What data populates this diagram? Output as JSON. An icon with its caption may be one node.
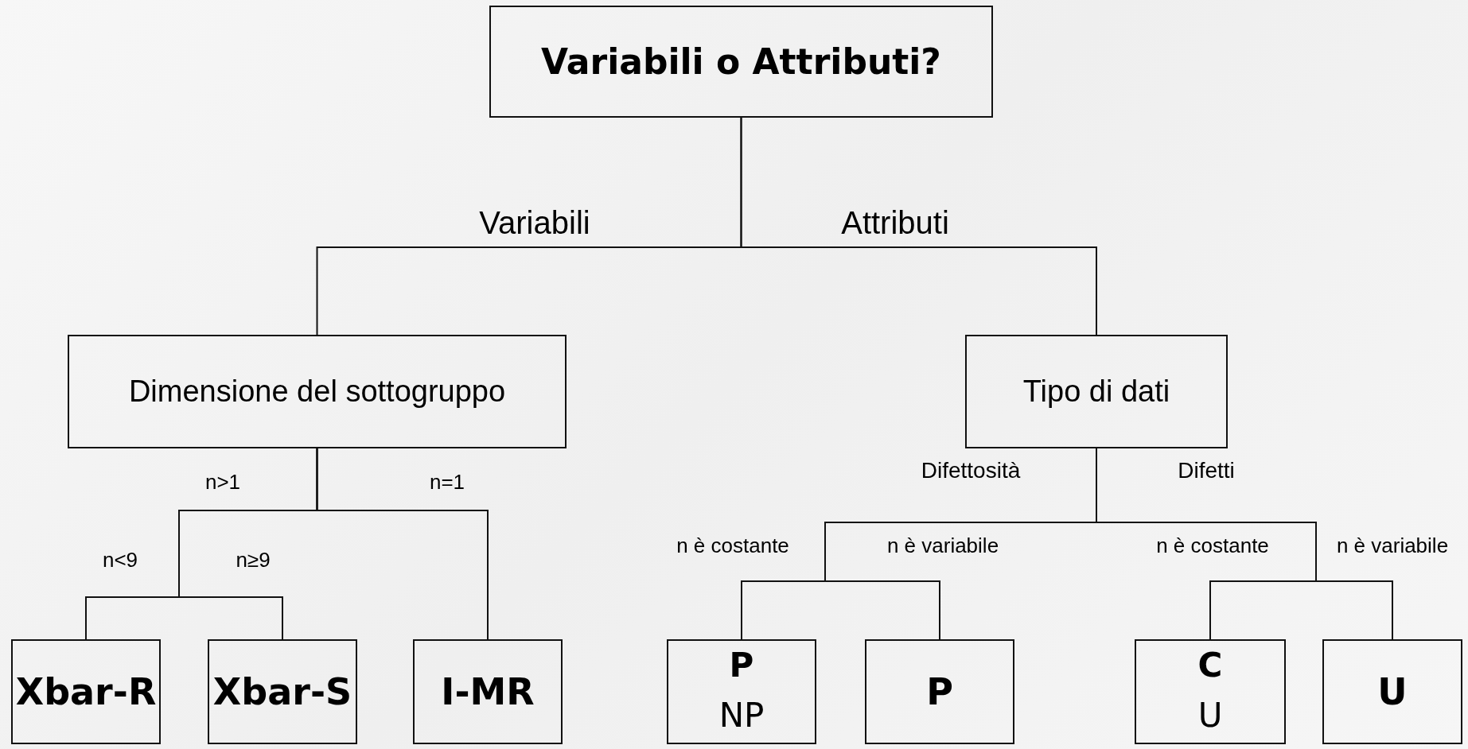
{
  "diagram": {
    "nodes": [
      {
        "text": [
          "Variabili o Attributi?"
        ]
      },
      {
        "text": [
          "Dimensione del sottogruppo"
        ]
      },
      {
        "text": [
          "Tipo di dati"
        ]
      },
      {
        "text": [
          "Xbar-R"
        ]
      },
      {
        "text": [
          "Xbar-S"
        ]
      },
      {
        "text": [
          "I-MR"
        ]
      },
      {
        "text": [
          "P",
          "NP"
        ]
      },
      {
        "text": [
          "P"
        ]
      },
      {
        "text": [
          "C",
          "U"
        ]
      },
      {
        "text": [
          "U"
        ]
      }
    ],
    "edges": [
      {
        "from": 0,
        "to": 1,
        "arrow": "none"
      },
      {
        "from": 0,
        "to": 2,
        "arrow": "none"
      },
      {
        "from": 1,
        "to": 3,
        "arrow": "none"
      },
      {
        "from": 1,
        "to": 4,
        "arrow": "none"
      },
      {
        "from": 1,
        "to": 5,
        "arrow": "none"
      },
      {
        "from": 2,
        "to": 6,
        "arrow": "none"
      },
      {
        "from": 2,
        "to": 7,
        "arrow": "none"
      },
      {
        "from": 2,
        "to": 8,
        "arrow": "none"
      },
      {
        "from": 2,
        "to": 9,
        "arrow": "none"
      }
    ],
    "labels": [
      "Variabili",
      "Attributi",
      "n>1",
      "n=1",
      "Difettosità",
      "Difetti",
      "n è costante",
      "n è variabile",
      "n è costante",
      "n è variabile",
      "n<9",
      "n≥9"
    ]
  }
}
